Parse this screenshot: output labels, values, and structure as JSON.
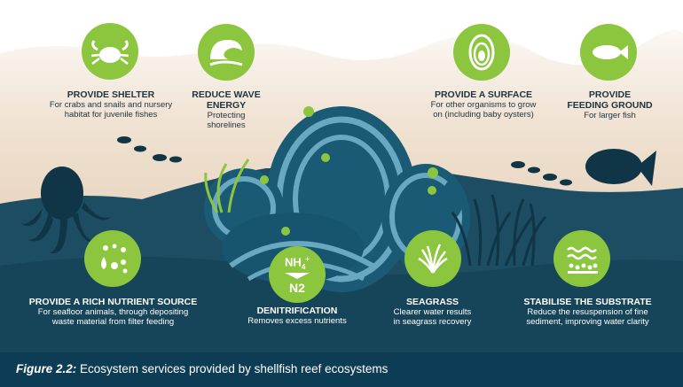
{
  "services": {
    "shelter": {
      "title": "PROVIDE SHELTER",
      "desc1": "For crabs and snails and nursery",
      "desc2": "habitat for juvenile fishes",
      "icon": "crab-icon"
    },
    "wave": {
      "title1": "REDUCE WAVE",
      "title2": "ENERGY",
      "desc1": "Protecting",
      "desc2": "shorelines",
      "icon": "wave-icon"
    },
    "surface": {
      "title": "PROVIDE A SURFACE",
      "desc1": "For other organisms to grow",
      "desc2": "on (including baby oysters)",
      "icon": "oyster-icon"
    },
    "feeding": {
      "title1": "PROVIDE",
      "title2": "FEEDING GROUND",
      "desc1": "For larger fish",
      "icon": "fish-icon"
    },
    "nutrient": {
      "title": "PROVIDE A RICH NUTRIENT SOURCE",
      "desc1": "For seafloor animals, through depositing",
      "desc2": "waste material from filter feeding",
      "icon": "nutrient-drops-icon"
    },
    "denitrification": {
      "title": "DENITRIFICATION",
      "desc1": "Removes excess nutrients",
      "icon_top": "NH",
      "icon_sub": "4",
      "icon_sup": "+",
      "icon_bottom": "N2"
    },
    "seagrass": {
      "title": "SEAGRASS",
      "desc1": "Clearer water results",
      "desc2": "in seagrass recovery",
      "icon": "seagrass-icon"
    },
    "substrate": {
      "title": "STABILISE THE SUBSTRATE",
      "desc1": "Reduce the resuspension of fine",
      "desc2": "sediment, improving water clarity",
      "icon": "substrate-icon"
    }
  },
  "caption": {
    "label": "Figure 2.2:",
    "text": " Ecosystem services provided by shellfish reef ecosystems"
  },
  "colors": {
    "sand": "#e4ccb0",
    "water": "#1d4d63",
    "deep": "#13455c",
    "reef_light": "#5f9fba",
    "green": "#8cc63f",
    "caption_bg": "#0d3d55"
  }
}
